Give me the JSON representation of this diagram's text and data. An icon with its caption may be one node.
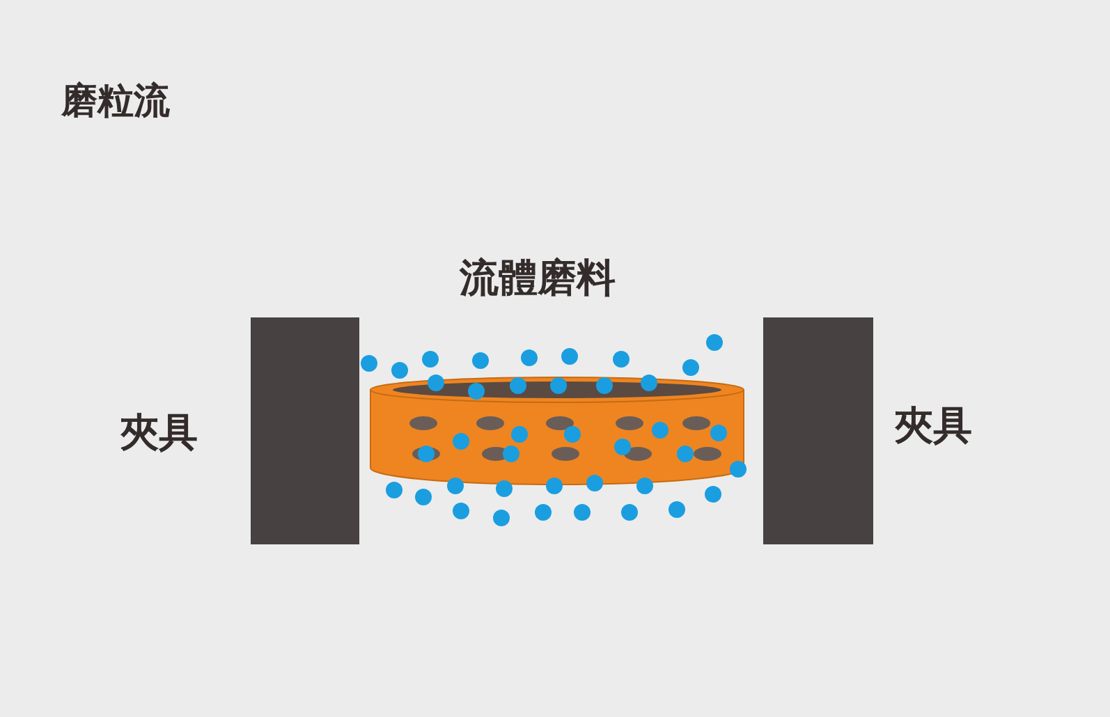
{
  "diagram": {
    "title": "磨粒流",
    "labels": [
      "流體磨料",
      "夾具",
      "夾具"
    ]
  }
}
